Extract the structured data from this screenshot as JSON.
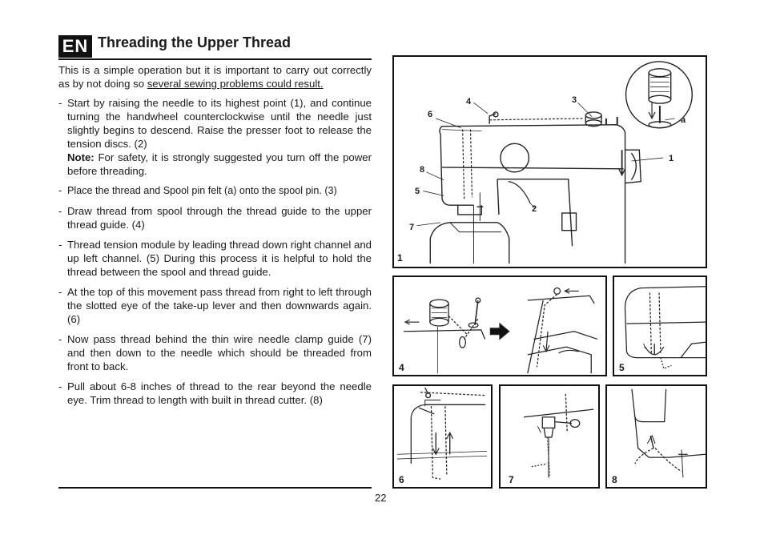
{
  "header": {
    "badge": "EN",
    "title": "Threading the Upper Thread"
  },
  "intro": {
    "text_before": "This is a simple operation but it is important to carry out correctly as by not doing so ",
    "underlined": "several sewing problems could result."
  },
  "steps": [
    {
      "dash": "-",
      "text": "Start by raising the needle to its highest point (1), and continue turning the handwheel counterclockwise until the needle just slightly begins to descend. Raise the presser foot to release the tension discs. (2)",
      "note_label": "Note:",
      "note_text": " For safety, it is strongly suggested you turn off the power before threading."
    },
    {
      "dash": "-",
      "text": "Place the thread and Spool pin felt (a) onto the spool pin. (3)"
    },
    {
      "dash": "-",
      "text": "Draw thread from spool through the thread guide to the upper thread guide. (4)"
    },
    {
      "dash": "-",
      "text": "Thread tension module by leading thread down right channel and up left channel. (5) During this process it is helpful to hold the thread between the spool and thread guide."
    },
    {
      "dash": "-",
      "text": "At the top of this movement pass thread from right to left through the slotted eye of the take-up lever and then downwards again. (6)"
    },
    {
      "dash": "-",
      "text": "Now pass thread behind the thin wire needle clamp guide (7) and then down to the needle which should be threaded from front to back."
    },
    {
      "dash": "-",
      "text": "Pull about 6-8 inches of thread to the rear beyond the needle eye. Trim thread to length with built in thread cutter. (8)"
    }
  ],
  "page_number": "22",
  "figures": {
    "main": {
      "number": "1",
      "callouts": {
        "c1": "1",
        "c2": "2",
        "c3": "3",
        "c4": "4",
        "c5": "5",
        "c6": "6",
        "c7": "7",
        "c8": "8",
        "ca": "a"
      }
    },
    "fig4": {
      "number": "4"
    },
    "fig5": {
      "number": "5"
    },
    "fig6": {
      "number": "6"
    },
    "fig7": {
      "number": "7"
    },
    "fig8": {
      "number": "8"
    }
  }
}
